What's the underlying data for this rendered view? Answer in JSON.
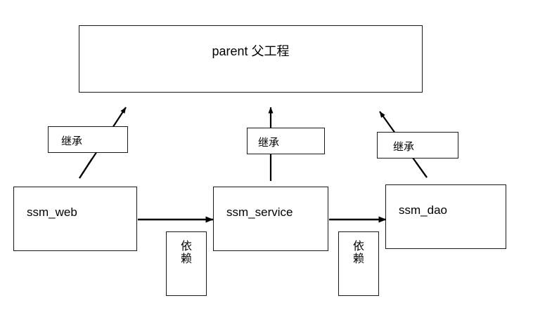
{
  "diagram": {
    "title_text": "parent 父工程",
    "parent": {
      "label": "parent 父工程"
    },
    "modules": [
      {
        "id": "ssm_web",
        "label": "ssm_web"
      },
      {
        "id": "ssm_service",
        "label": "ssm_service"
      },
      {
        "id": "ssm_dao",
        "label": "ssm_dao"
      }
    ],
    "inheritance_labels": [
      {
        "label": "继承",
        "from": "ssm_web",
        "to": "parent"
      },
      {
        "label": "继承",
        "from": "ssm_service",
        "to": "parent"
      },
      {
        "label": "继承",
        "from": "ssm_dao",
        "to": "parent"
      }
    ],
    "dependency_labels": [
      {
        "char1": "依",
        "char2": "赖",
        "from": "ssm_web",
        "to": "ssm_service"
      },
      {
        "char1": "依",
        "char2": "赖",
        "from": "ssm_service",
        "to": "ssm_dao"
      }
    ],
    "colors": {
      "background": "#ffffff",
      "stroke": "#1a1a1a",
      "text": "#000000"
    }
  }
}
